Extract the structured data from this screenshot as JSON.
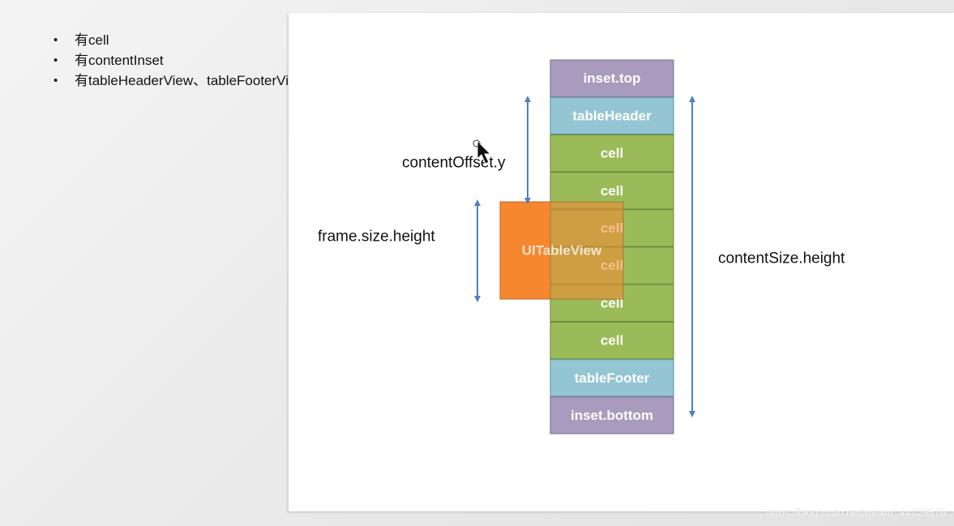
{
  "bullets": [
    "有cell",
    "有contentInset",
    "有tableHeaderView、tableFooterView"
  ],
  "diagram": {
    "rows": [
      {
        "label": "inset.top",
        "kind": "inset"
      },
      {
        "label": "tableHeader",
        "kind": "header"
      },
      {
        "label": "cell",
        "kind": "cell"
      },
      {
        "label": "cell",
        "kind": "cell"
      },
      {
        "label": "cell",
        "kind": "cell"
      },
      {
        "label": "cell",
        "kind": "cell"
      },
      {
        "label": "cell",
        "kind": "cell"
      },
      {
        "label": "cell",
        "kind": "cell"
      },
      {
        "label": "tableFooter",
        "kind": "header"
      },
      {
        "label": "inset.bottom",
        "kind": "inset"
      }
    ],
    "tableview_label": "UITableView",
    "content_offset_label": "contentOffset.y",
    "frame_height_label": "frame.size.height",
    "content_size_label": "contentSize.height"
  },
  "colors": {
    "inset": "#a99bbd",
    "header": "#93c6d2",
    "cell": "#9bbb59",
    "tableview": "#f6872f",
    "arrow": "#4f81bd"
  },
  "watermark": "https://blog.csdn.net/weixin_44729579"
}
